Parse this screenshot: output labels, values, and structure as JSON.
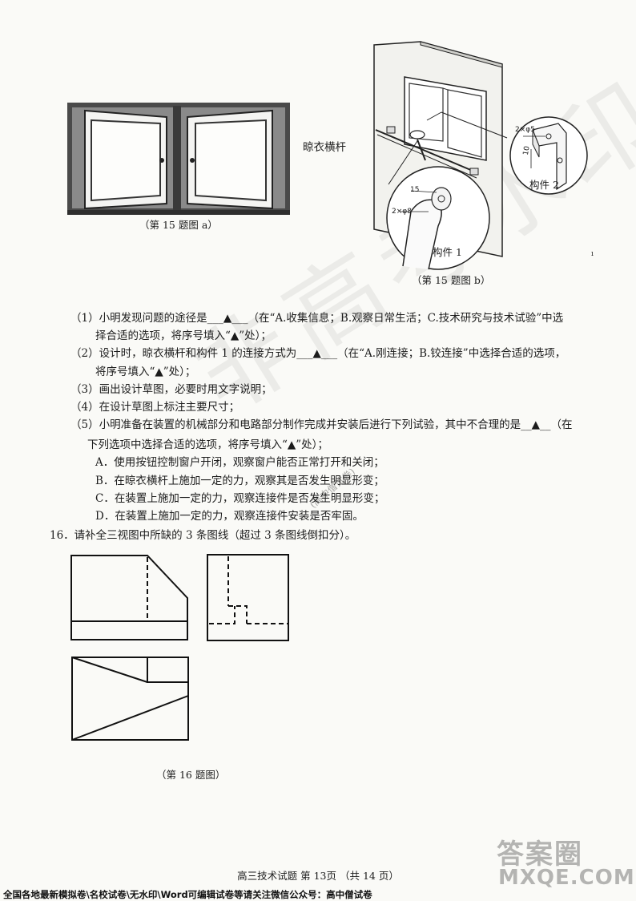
{
  "figures": {
    "fig15a_caption": "（第 15 题图 a）",
    "fig15b_caption": "（第 15 题图 b）",
    "fig16_caption": "（第 16 题图）",
    "label_rod": "晾衣横杆",
    "label_part1": "构件 1",
    "label_part2": "构件 2",
    "dim_2x5": "2×φ5",
    "dim_10": "10",
    "dim_15": "15",
    "dim_2x8": "2×φ8"
  },
  "q15": {
    "line1": "（1）小明发现问题的途径是___▲___（在“A.收集信息；B.观察日常生活；C.技术研究与技术试验”中选",
    "line2": "择合适的选项，将序号填入“▲”处）；",
    "line3": "（2）设计时，晾衣横杆和构件 1 的连接方式为___▲___（在“A.刚连接；B.铰连接”中选择合适的选项，",
    "line4": "将序号填入“▲”处）；",
    "line5": "（3）画出设计草图，必要时用文字说明；",
    "line6": "（4）在设计草图上标注主要尺寸；",
    "line7": "（5）小明准备在装置的机械部分和电路部分制作完成并安装后进行下列试验，其中不合理的是__▲__（在",
    "line8": "下列选项中选择合适的选项，将序号填入“▲”处）；",
    "optA": "A．使用按钮控制窗户开闭，观察窗户能否正常打开和关闭；",
    "optB": "B．在晾衣横杆上施加一定的力，观察其是否发生明显形变；",
    "optC": "C．在装置上施加一定的力，观察连接件是否发生明显形变；",
    "optD": "D．在装置上施加一定的力，观察连接件安装是否牢固。"
  },
  "q16": {
    "text": "16．请补全三视图中所缺的 3 条图线（超过 3 条图线倒扣分）。"
  },
  "watermarks": {
    "big": "非高考水印",
    "small": "(高中僧试卷)"
  },
  "footer": {
    "page": "高三技术试题 第 13页 （共 14 页）"
  },
  "bottom_note": "全国各地最新模拟卷\\名校试卷\\无水印\\Word可编辑试卷等请关注微信公众号：高中僧试卷",
  "logo": {
    "cn": "答案圈",
    "en": "MXQE.COM"
  }
}
